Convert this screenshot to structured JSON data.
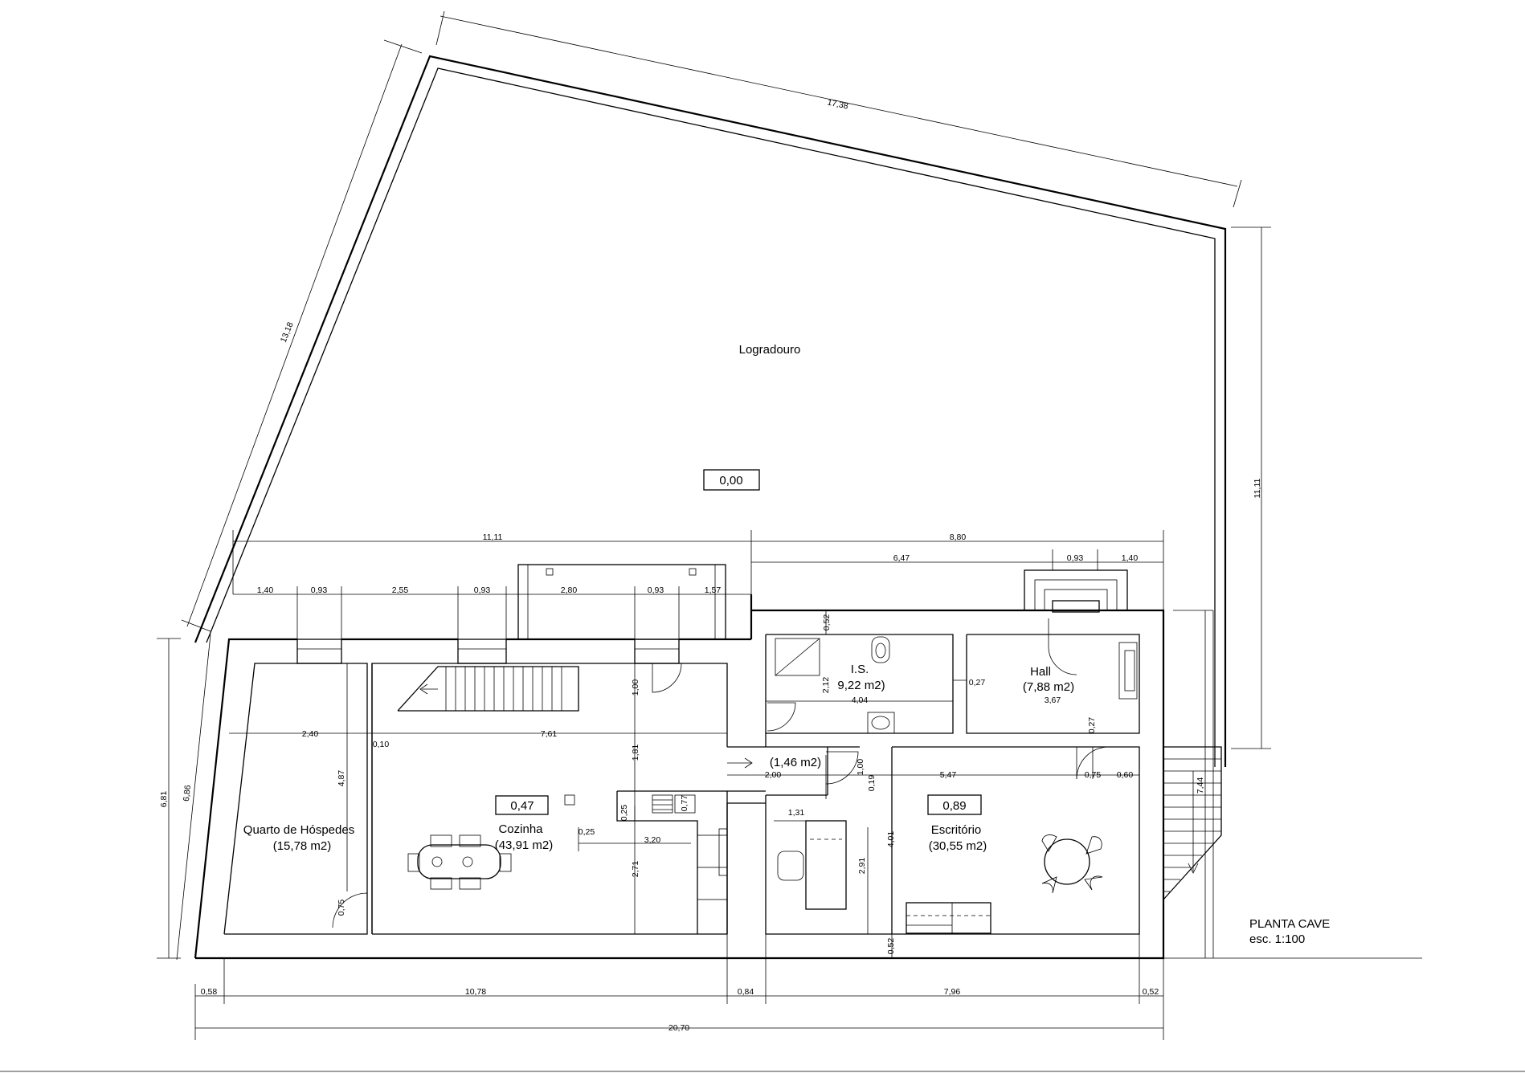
{
  "rooms": {
    "logradouro": "Logradouro",
    "is_name": "I.S.",
    "is_area": "9,22 m2)",
    "hall_name": "Hall",
    "hall_area": "(7,88 m2)",
    "corridor_area": "(1,46 m2)",
    "quarto_name": "Quarto de Hóspedes",
    "quarto_area": "(15,78 m2)",
    "cozinha_name": "Cozinha",
    "cozinha_area": "(43,91 m2)",
    "escritorio_name": "Escritório",
    "escritorio_area": "(30,55 m2)"
  },
  "levels": {
    "logradouro": "0,00",
    "cozinha": "0,47",
    "escritorio": "0,89"
  },
  "caption": {
    "title": "PLANTA CAVE",
    "scale": "esc. 1:100"
  },
  "dimensions": {
    "site_top": "17,38",
    "site_left": "13,18",
    "site_right": "11,11",
    "top_left_total": "11,11",
    "top_right_total": "8,80",
    "top_right_sub": "6,47",
    "hall_window": "0,93",
    "hall_right": "1,40",
    "w1": "1,40",
    "w2": "0,93",
    "w3": "2,55",
    "w4": "0,93",
    "w5": "2,80",
    "w6": "0,93",
    "w7": "1,57",
    "is_top": "0,52",
    "is_height": "2,12",
    "is_width": "4,04",
    "is_hall_gap": "0,27",
    "hall_width": "3,67",
    "hall_bottom": "0,27",
    "stair_h": "1,00",
    "quarto_w": "2,40",
    "wall_010": "0,10",
    "cozinha_w": "7,61",
    "quarto_h": "4,87",
    "coz_h1": "1,81",
    "corr_w": "2,00",
    "corr_h": "1,00",
    "esc_019": "0,19",
    "esc_top": "5,47",
    "hall_door": "0,75",
    "esc_right": "0,60",
    "bench_h": "0,25",
    "bench_w": "0,77",
    "bench_gap": "0,25",
    "bench_len": "3,20",
    "desk_w": "1,31",
    "coz_h2": "2,71",
    "esc_h1": "2,91",
    "esc_h2": "4,01",
    "esc_bot": "0,52",
    "quarto_door": "0,75",
    "left_681": "6,81",
    "left_686": "6,86",
    "stair_r": "7,44",
    "b1": "0,58",
    "b2": "10,78",
    "b3": "0,84",
    "b4": "7,96",
    "b5": "0,52",
    "total": "20,70"
  }
}
